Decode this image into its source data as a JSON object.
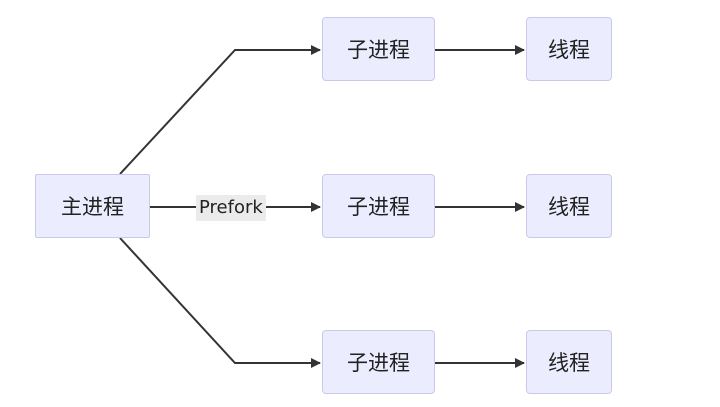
{
  "diagram": {
    "main_node": "主进程",
    "edge_label": "Prefork",
    "branches": [
      {
        "child": "子进程",
        "thread": "线程"
      },
      {
        "child": "子进程",
        "thread": "线程"
      },
      {
        "child": "子进程",
        "thread": "线程"
      }
    ]
  },
  "colors": {
    "node_fill": "#ececff",
    "node_border": "#c9c9ec",
    "edge": "#333333",
    "label_bg": "#ebebeb"
  }
}
